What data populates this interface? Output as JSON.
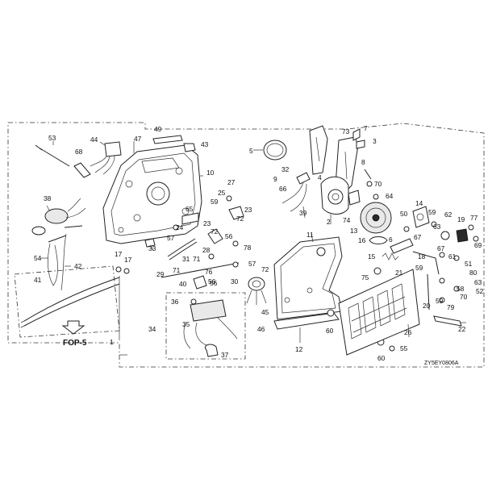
{
  "diagram": {
    "ref_code": "ZY5EY0806A",
    "ref_label": "FOP-5",
    "callouts": [
      "53",
      "44",
      "68",
      "47",
      "49",
      "43",
      "10",
      "38",
      "54",
      "42",
      "41",
      "17",
      "17",
      "1",
      "33",
      "65",
      "24",
      "23",
      "27",
      "25",
      "59",
      "23",
      "72",
      "57",
      "72",
      "31",
      "71",
      "71",
      "28",
      "76",
      "56",
      "56",
      "78",
      "57",
      "72",
      "29",
      "40",
      "56",
      "30",
      "36",
      "35",
      "34",
      "37",
      "45",
      "46",
      "5",
      "32",
      "9",
      "66",
      "39",
      "4",
      "7",
      "73",
      "3",
      "8",
      "70",
      "2",
      "74",
      "64",
      "11",
      "12",
      "60",
      "60",
      "55",
      "26",
      "14",
      "50",
      "59",
      "63",
      "62",
      "19",
      "77",
      "69",
      "13",
      "16",
      "6",
      "67",
      "15",
      "21",
      "75",
      "18",
      "67",
      "61",
      "51",
      "59",
      "52",
      "80",
      "58",
      "63",
      "70",
      "79",
      "20",
      "59",
      "22"
    ]
  }
}
